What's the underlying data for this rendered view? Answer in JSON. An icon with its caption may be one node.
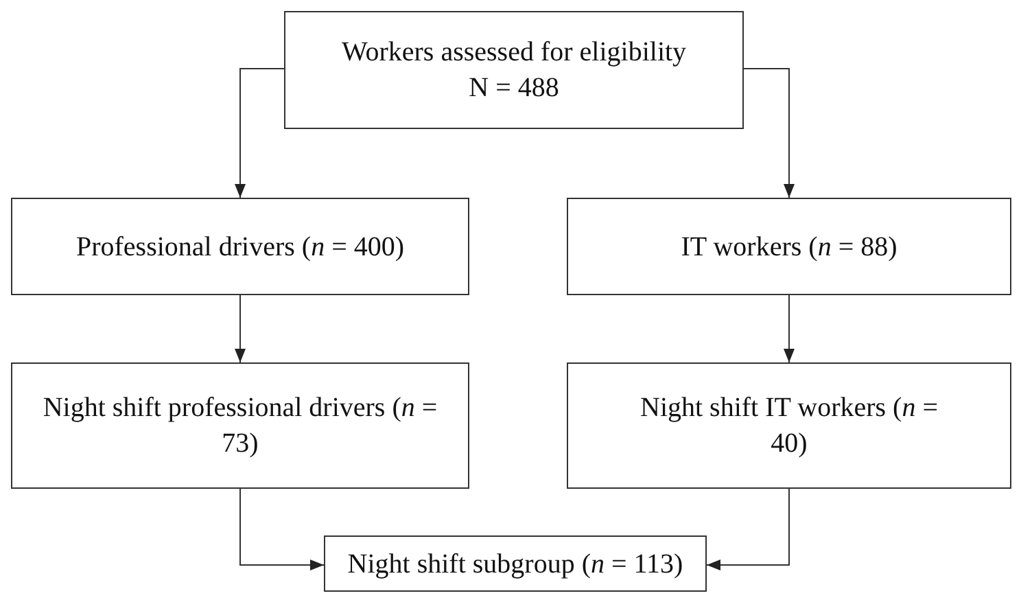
{
  "diagram": {
    "nodes": [
      {
        "text": [
          "Workers assessed for eligibility",
          "N = 488"
        ]
      },
      {
        "text": [
          "Professional drivers (*n* = 400)"
        ]
      },
      {
        "text": [
          "IT workers (*n* = 88)"
        ]
      },
      {
        "text": [
          "Night shift professional drivers (*n* = 73)"
        ]
      },
      {
        "text": [
          "Night shift IT workers (*n* = 40)"
        ]
      },
      {
        "text": [
          "Night shift subgroup (*n* = 113)"
        ]
      }
    ],
    "edges": [
      {
        "from": 0,
        "to": 1,
        "arrow": "to"
      },
      {
        "from": 0,
        "to": 2,
        "arrow": "to"
      },
      {
        "from": 1,
        "to": 3,
        "arrow": "to"
      },
      {
        "from": 2,
        "to": 4,
        "arrow": "to"
      },
      {
        "from": 3,
        "to": 5,
        "arrow": "to"
      },
      {
        "from": 4,
        "to": 5,
        "arrow": "to"
      }
    ]
  }
}
